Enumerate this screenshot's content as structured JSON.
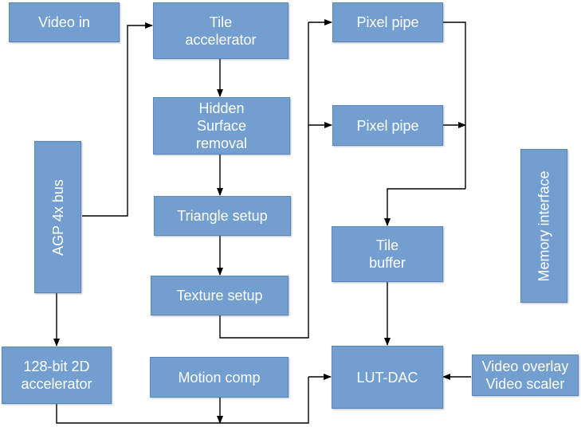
{
  "blocks": {
    "video_in": "Video in",
    "tile_accelerator": "Tile\naccelerator",
    "hidden_surface_removal": "Hidden\nSurface\nremoval",
    "triangle_setup": "Triangle setup",
    "texture_setup": "Texture setup",
    "motion_comp": "Motion comp",
    "agp_bus": "AGP 4x bus",
    "accelerator_2d": "128-bit 2D\naccelerator",
    "pixel_pipe_1": "Pixel pipe",
    "pixel_pipe_2": "Pixel pipe",
    "tile_buffer": "Tile\nbuffer",
    "lut_dac": "LUT-DAC",
    "video_overlay": "Video overlay\nVideo scaler",
    "memory_interface": "Memory interface"
  },
  "colors": {
    "block_fill": "#729fcf",
    "block_border": "#5a86b8",
    "text": "#ffffff",
    "line": "#000000"
  }
}
